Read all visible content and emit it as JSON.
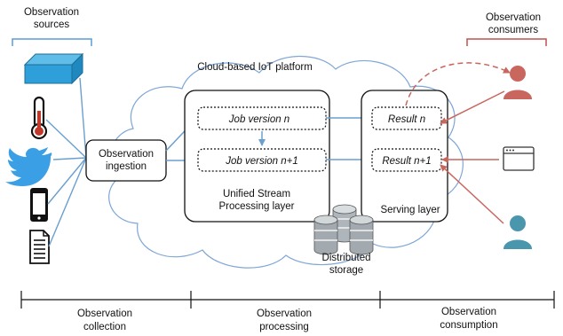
{
  "sources": {
    "title_line1": "Observation",
    "title_line2": "sources"
  },
  "consumers": {
    "title_line1": "Observation",
    "title_line2": "consumers"
  },
  "platform_label": "Cloud-based IoT platform",
  "ingestion": {
    "line1": "Observation",
    "line2": "ingestion"
  },
  "processing_layer": {
    "job_version_n": "Job version n",
    "job_version_n1": "Job version n+1",
    "label_line1": "Unified Stream",
    "label_line2": "Processing layer"
  },
  "serving_layer": {
    "result_n": "Result n",
    "result_n1": "Result n+1",
    "label": "Serving layer"
  },
  "storage": {
    "line1": "Distributed",
    "line2": "storage"
  },
  "phases": {
    "collection_line1": "Observation",
    "collection_line2": "collection",
    "processing_line1": "Observation",
    "processing_line2": "processing",
    "consumption_line1": "Observation",
    "consumption_line2": "consumption"
  },
  "colors": {
    "blue_arrow": "#6a9fd0",
    "red_arrow": "#c9665e",
    "bracket_blue": "#5b9bd5",
    "bracket_red": "#c0504d",
    "cloud_stroke": "#7ea6d6",
    "sensor_box": "#2e9fd8",
    "twitter": "#3b9fe6",
    "user_red": "#c9665e",
    "user_teal": "#4a97ad"
  }
}
